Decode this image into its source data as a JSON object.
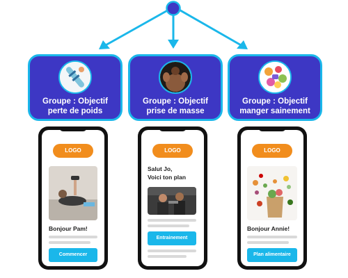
{
  "colors": {
    "accent": "#1ab7ea",
    "box": "#3d37c4",
    "logo": "#f18d1d",
    "phone": "#111111",
    "placeholder_line": "#d9d9d9"
  },
  "groups": [
    {
      "title_line1": "Groupe : Objectif",
      "title_line2": "perte de poids",
      "icon": "weight-loss-icon"
    },
    {
      "title_line1": "Groupe : Objectif",
      "title_line2": "prise de masse",
      "icon": "muscle-man-icon"
    },
    {
      "title_line1": "Groupe : Objectif",
      "title_line2": "manger  sainement",
      "icon": "healthy-food-icon"
    }
  ],
  "phones": [
    {
      "logo": "LOGO",
      "greeting": "Bonjour Pam!",
      "button": "Commencer"
    },
    {
      "logo": "LOGO",
      "greeting_line1": "Salut Jo,",
      "greeting_line2": "Voici ton plan",
      "button": "Entrainement"
    },
    {
      "logo": "LOGO",
      "greeting": "Bonjour Annie!",
      "button": "Plan alimentaire"
    }
  ]
}
